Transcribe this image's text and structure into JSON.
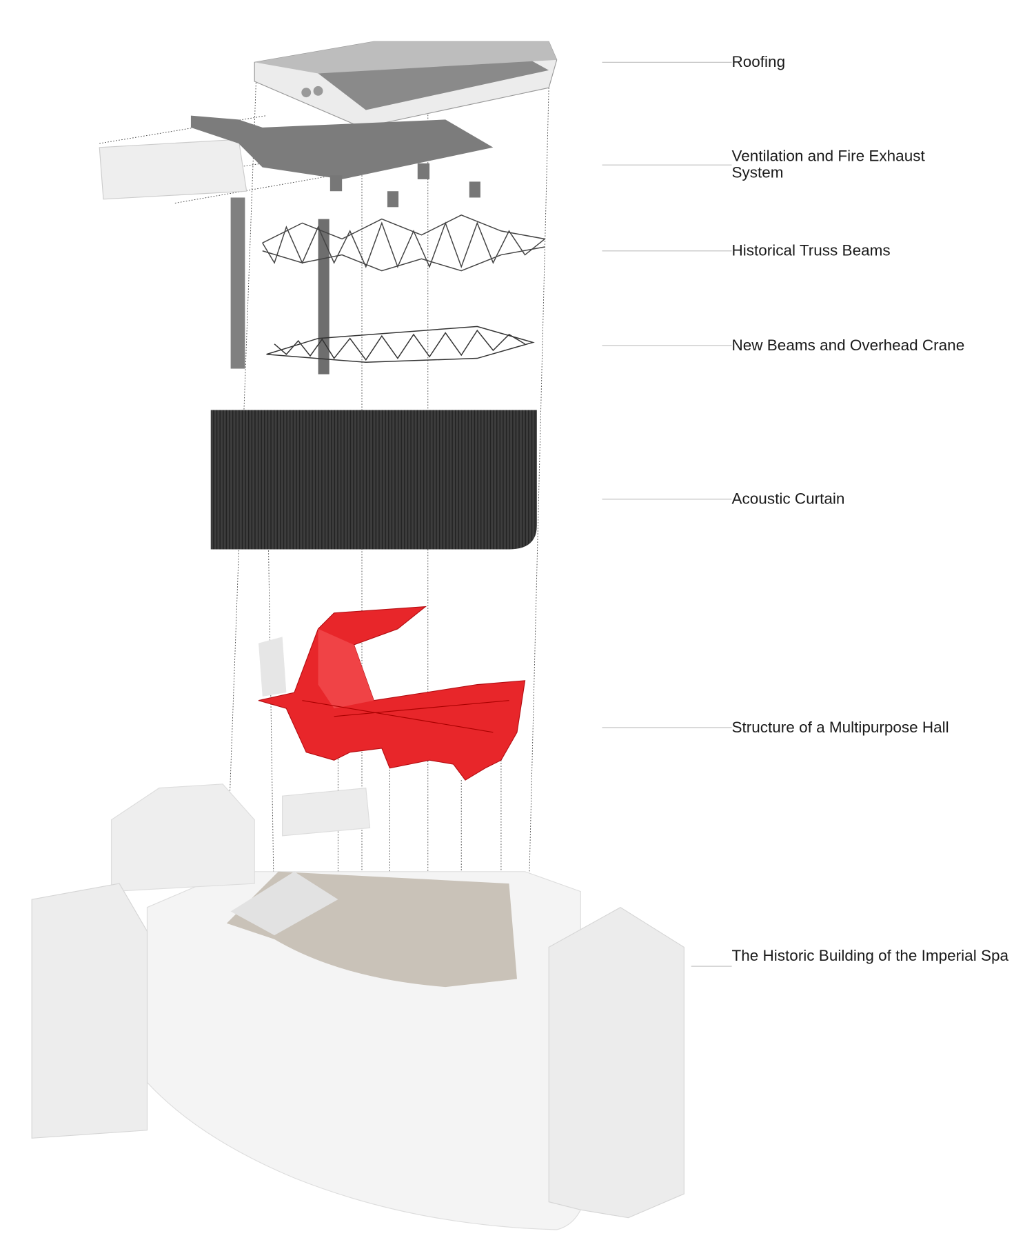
{
  "diagram": {
    "type": "exploded axonometric",
    "accent_color": "#e8262a",
    "layers": [
      {
        "id": "roofing",
        "label": "Roofing"
      },
      {
        "id": "ventilation",
        "label_line1": "Ventilation and Fire Exhaust",
        "label_line2": "System"
      },
      {
        "id": "truss",
        "label": "Historical Truss Beams"
      },
      {
        "id": "new-beams",
        "label": "New Beams and Overhead Crane"
      },
      {
        "id": "curtain",
        "label": "Acoustic Curtain"
      },
      {
        "id": "hall",
        "label": "Structure of a Multipurpose Hall"
      },
      {
        "id": "building",
        "label": "The Historic Building of the Imperial Spa"
      }
    ]
  }
}
